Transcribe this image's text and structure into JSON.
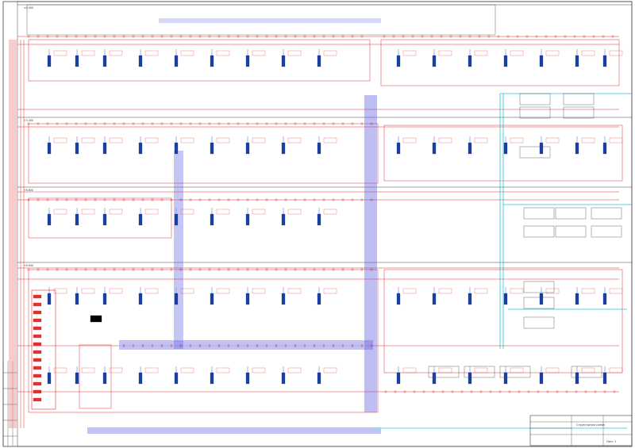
{
  "drawing": {
    "type": "building network schematic",
    "floor_labels": [
      "±0.000",
      "+3.300",
      "+6.600",
      "+9.900"
    ],
    "colors": {
      "power": "#e03131",
      "data_trunk": "#5c5ce0",
      "fiber": "#22c3d6",
      "device": "#1a3fa0",
      "border": "#444444"
    }
  },
  "title_block": {
    "sheet_name": "Структурная схема",
    "document_code": "",
    "sheet_number": "Лист 1"
  }
}
